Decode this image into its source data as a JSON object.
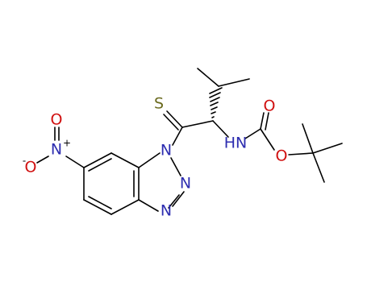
{
  "atoms": {
    "sulfur": {
      "text": "S",
      "color": "#6b6b1f"
    },
    "nh": {
      "text": "HN",
      "color": "#2d2db0"
    },
    "n1": {
      "text": "N",
      "color": "#2d2db0"
    },
    "n2": {
      "text": "N",
      "color": "#2d2db0"
    },
    "n3": {
      "text": "N",
      "color": "#2d2db0"
    },
    "nitro_n": {
      "text": "N",
      "color": "#2d2db0"
    },
    "nitro_plus": {
      "text": "+"
    },
    "nitro_o_top": {
      "text": "O",
      "color": "#d01010"
    },
    "nitro_o_bottom": {
      "text": "O",
      "color": "#d01010"
    },
    "nitro_o_minus": {
      "text": "-"
    },
    "carbonyl_o": {
      "text": "O",
      "color": "#d01010"
    },
    "ester_o": {
      "text": "O",
      "color": "#d01010"
    }
  }
}
